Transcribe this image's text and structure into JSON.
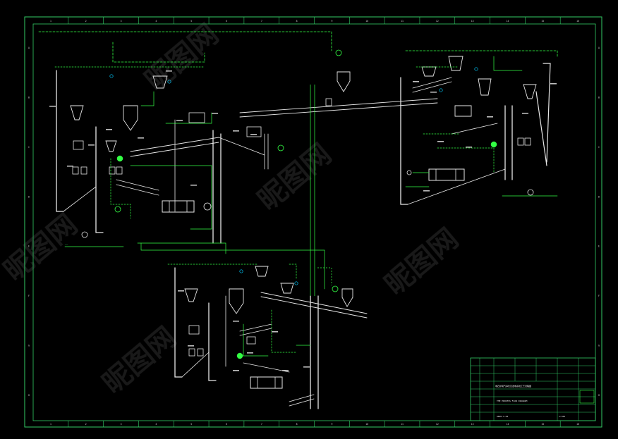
{
  "drawing": {
    "colors": {
      "background": "#000000",
      "frame": "#33cc66",
      "equipment": "#e8e8e8",
      "pipe": "#33ff44",
      "dashed": "#33ff44",
      "instrument": "#33ff66",
      "accent": "#00ccff"
    },
    "grid_top": [
      "1",
      "2",
      "3",
      "4",
      "5",
      "6",
      "7",
      "8",
      "9",
      "10",
      "11",
      "12",
      "13",
      "14",
      "15",
      "16"
    ],
    "grid_bottom": [
      "1",
      "2",
      "3",
      "4",
      "5",
      "6",
      "7",
      "8",
      "9",
      "10",
      "11",
      "12",
      "13",
      "14",
      "15",
      "16"
    ],
    "grid_side": [
      "A",
      "B",
      "C",
      "D",
      "E",
      "F",
      "G",
      "H"
    ],
    "watermark": "昵图网",
    "title_block": {
      "title": "电石炉尾气净化及发电系统工艺流程图",
      "subtitle": "THE PROCESS FLOW DIAGRAM",
      "code": "9805-1-03",
      "scale": "1:100"
    }
  }
}
